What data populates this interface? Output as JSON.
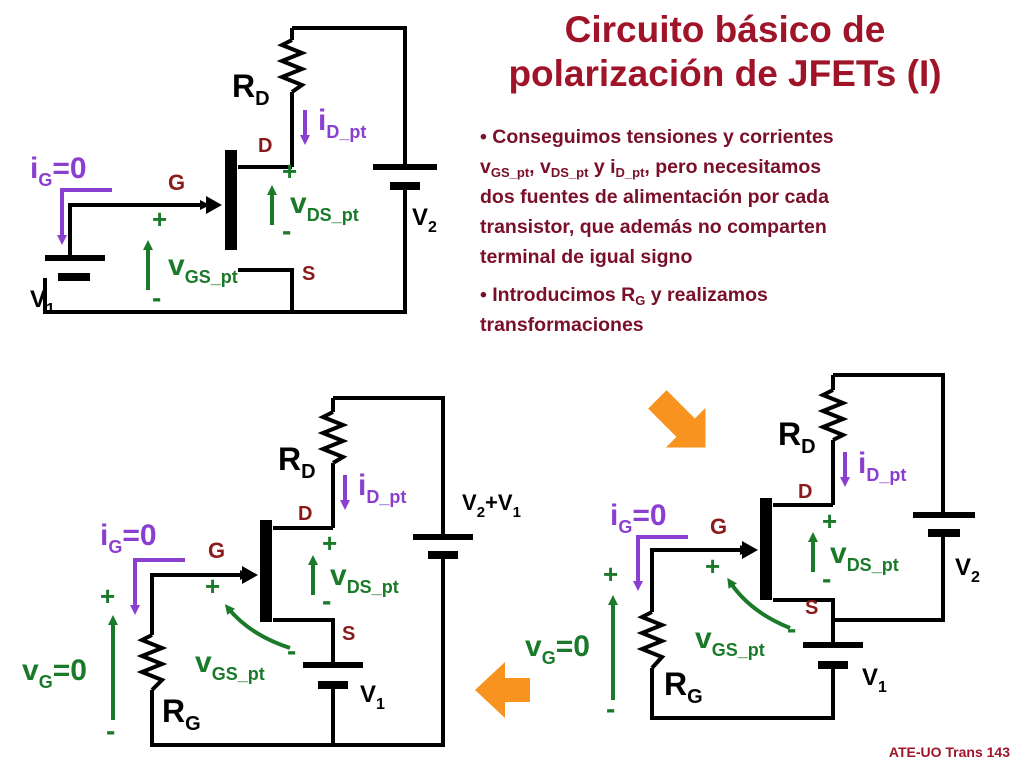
{
  "title": {
    "line1": "Circuito básico de",
    "line2": "polarización de JFETs (I)"
  },
  "bullet1": {
    "a": "• Conseguimos tensiones y corrientes",
    "v": "v",
    "gs_pt": "GS_pt",
    "comma": ",",
    "ds_pt": "DS_pt",
    "y": " y  ",
    "i": "i",
    "d_pt": "D_pt",
    "b": ", pero necesitamos",
    "c": "dos fuentes de alimentación por cada",
    "d": "transistor, que además no comparten",
    "e": "terminal de igual signo"
  },
  "bullet2": {
    "a": "• Introducimos R",
    "g": "G",
    "b": " y realizamos",
    "c": "transformaciones"
  },
  "footer": "ATE-UO Trans 143",
  "colors": {
    "title": "#a0142a",
    "bullet": "#7a0f2a",
    "label": "#8b1a1a",
    "current": "#8a3fd1",
    "voltage": "#1b7a2a",
    "arrow": "#f7931e",
    "wire": "#000000"
  },
  "symbols": {
    "R": "R",
    "D": "D",
    "G": "G",
    "S": "S",
    "V": "V",
    "i": "i",
    "v": "v",
    "plus": "+",
    "minus": "-",
    "eq0": "=0",
    "plusSign": "+",
    "sub_D": "D",
    "sub_G": "G",
    "sub_1": "1",
    "sub_2": "2",
    "sub_D_pt": "D_pt",
    "sub_DS_pt": "DS_pt",
    "sub_GS_pt": "GS_pt"
  }
}
